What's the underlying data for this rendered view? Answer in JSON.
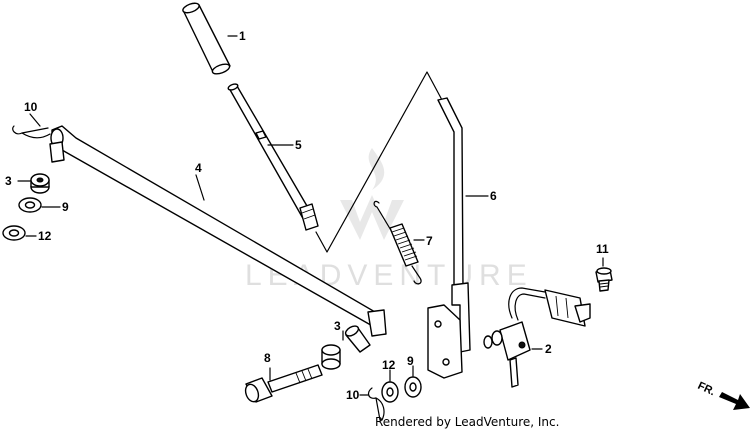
{
  "diagram": {
    "callouts": {
      "grip": "1",
      "joint": "2",
      "collar_left": "3",
      "collar_right": "3",
      "rod": "4",
      "pipe": "5",
      "lever": "6",
      "spring": "7",
      "bolt": "8",
      "washer_left": "9",
      "washer_right": "9",
      "pin_left": "10",
      "pin_right": "10",
      "screw": "11",
      "washer2_left": "12",
      "washer2_right": "12"
    },
    "watermark": "LEADVENTURE",
    "credit": "Rendered by LeadVenture, Inc.",
    "direction": "FR."
  }
}
